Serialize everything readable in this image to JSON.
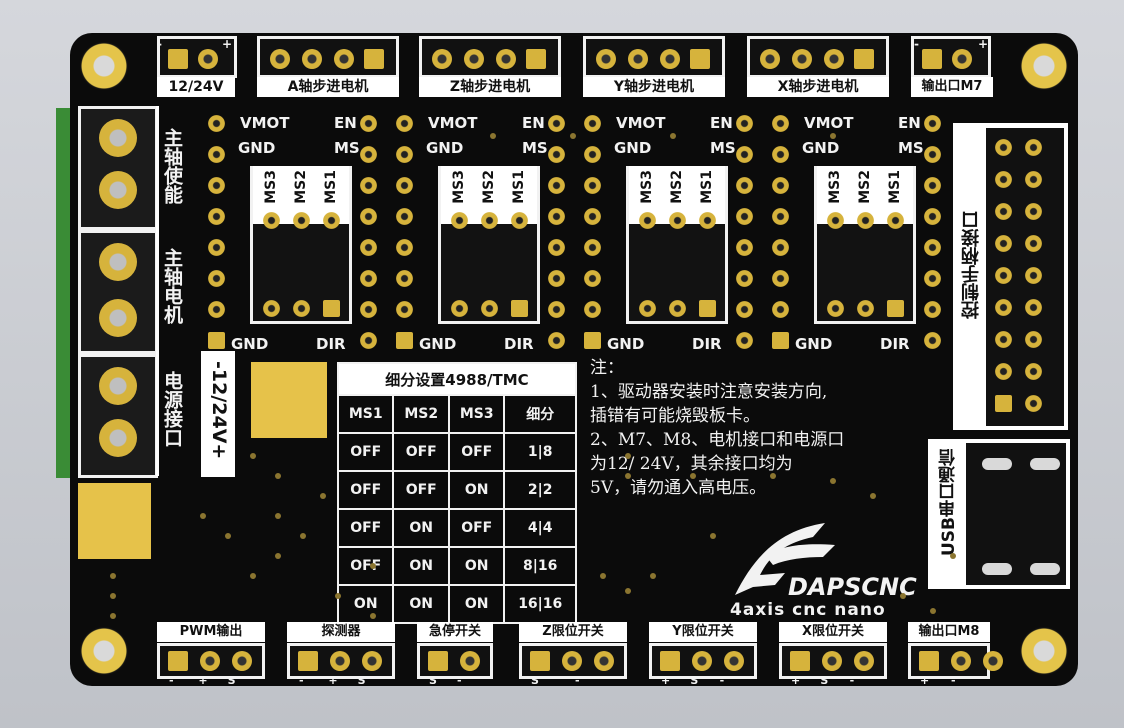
{
  "board": {
    "connectors_top": [
      {
        "label": "12/24V",
        "minus": "-",
        "plus": "+"
      },
      {
        "label": "A轴步进电机"
      },
      {
        "label": "Z轴步进电机"
      },
      {
        "label": "Y轴步进电机"
      },
      {
        "label": "X轴步进电机"
      },
      {
        "label": "输出口M7",
        "minus": "-",
        "plus": "+"
      }
    ],
    "left_labels": {
      "spindle_enable": "主轴使能",
      "spindle_motor": "主轴电机",
      "power": "电源接口",
      "power_v": "-12/24V+"
    },
    "driver_labels": {
      "vmot": "VMOT",
      "en": "EN",
      "gnd": "GND",
      "ms": "MS",
      "ms3": "MS3",
      "ms2": "MS2",
      "ms1": "MS1",
      "gnd_bottom": "GND",
      "dir": "DIR"
    },
    "right_labels": {
      "handwheel": "控制手柄接口",
      "usb": "USB串口通信"
    },
    "table": {
      "title": "细分设置4988/TMC",
      "headers": [
        "MS1",
        "MS2",
        "MS3",
        "细分"
      ],
      "rows": [
        [
          "OFF",
          "OFF",
          "OFF",
          "1|8"
        ],
        [
          "OFF",
          "OFF",
          "ON",
          "2|2"
        ],
        [
          "OFF",
          "ON",
          "OFF",
          "4|4"
        ],
        [
          "OFF",
          "ON",
          "ON",
          "8|16"
        ],
        [
          "ON",
          "ON",
          "ON",
          "16|16"
        ]
      ]
    },
    "note": {
      "title": "注：",
      "line1": "1、驱动器安装时注意安装方向,",
      "line2": "插错有可能烧毁板卡。",
      "line3": "2、M7、M8、电机接口和电源口",
      "line4": "为12/ 24V，其余接口均为",
      "line5": "5V，请勿通入高电压。"
    },
    "logo": {
      "brand": "DAPSCNC",
      "tagline": "4axis cnc nano"
    },
    "connectors_bottom": [
      {
        "label": "PWM输出",
        "marks": [
          "-",
          "+",
          "S"
        ]
      },
      {
        "label": "探测器",
        "marks": [
          "-",
          "+",
          "S"
        ]
      },
      {
        "label": "急停开关",
        "marks": [
          "S",
          "-"
        ]
      },
      {
        "label": "Z限位开关",
        "marks": [
          "S",
          "-"
        ]
      },
      {
        "label": "Y限位开关",
        "marks": [
          "+",
          "S",
          "-"
        ]
      },
      {
        "label": "X限位开关",
        "marks": [
          "+",
          "S",
          "-"
        ]
      },
      {
        "label": "输出口M8",
        "marks": [
          "+",
          "-"
        ]
      }
    ],
    "colors": {
      "pcb": "#0b0b0b",
      "gold": "#d6b33c",
      "silk": "#f2f2f2",
      "edge": "#3a8c36"
    }
  }
}
